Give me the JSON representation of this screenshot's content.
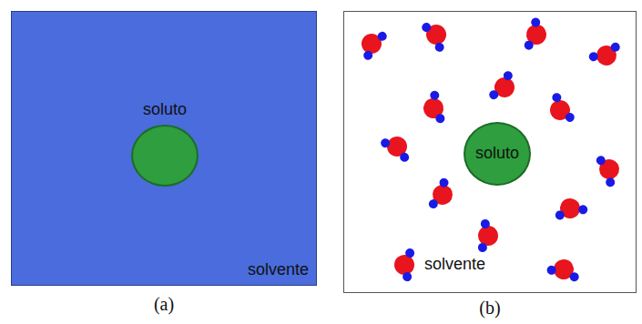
{
  "diagram": {
    "nodes": [
      {
        "text": [
          "solvente"
        ]
      },
      {
        "text": [
          "soluto"
        ],
        "in": 0
      },
      {
        "text": [
          "solvente"
        ]
      },
      {
        "text": [
          "soluto"
        ],
        "in": 2
      }
    ],
    "labels": [
      "(a)",
      "(b)"
    ]
  }
}
